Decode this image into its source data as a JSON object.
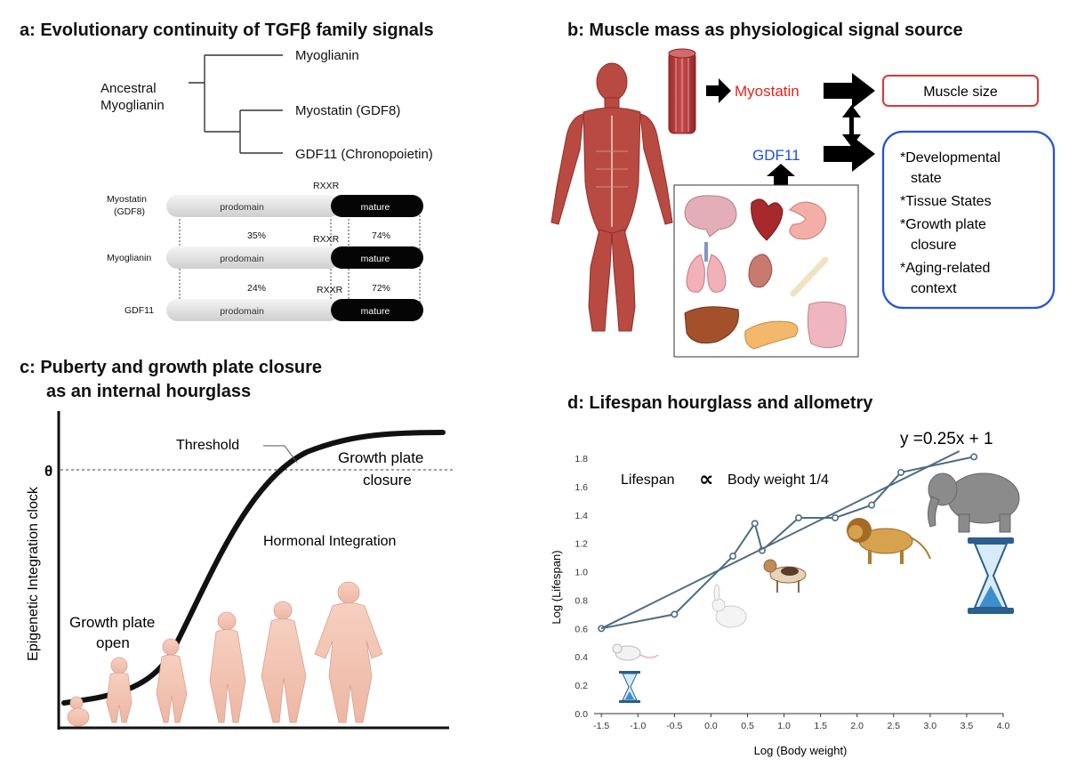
{
  "panel_a": {
    "title": "a: Evolutionary continuity of TGFβ family signals",
    "tree": {
      "root": [
        "Ancestral",
        "Myoglianin"
      ],
      "leaves": [
        "Myoglianin",
        "Myostatin (GDF8)",
        "GDF11 (Chronopoietin)"
      ]
    },
    "domains": {
      "rows": [
        {
          "name": [
            "Myostatin",
            "(GDF8)"
          ],
          "pro": "prodomain",
          "mature": "mature"
        },
        {
          "name": [
            "Myoglianin"
          ],
          "pro": "prodomain",
          "mature": "mature"
        },
        {
          "name": [
            "GDF11"
          ],
          "pro": "prodomain",
          "mature": "mature"
        }
      ],
      "site": "RXXR",
      "identity": [
        {
          "pro": "35%",
          "mature": "74%"
        },
        {
          "pro": "24%",
          "mature": "72%"
        }
      ]
    }
  },
  "panel_b": {
    "title": "b: Muscle mass as physiological signal source",
    "myostatin": "Myostatin",
    "gdf11": "GDF11",
    "muscle_size": "Muscle size",
    "context_items": [
      [
        "*Developmental",
        "state"
      ],
      [
        "*Tissue States"
      ],
      [
        "*Growth plate",
        "closure"
      ],
      [
        "*Aging-related",
        "context"
      ]
    ],
    "colors": {
      "myostatin": "#e8221b",
      "gdf11": "#1f4fe0",
      "muscle_box": "#e03535",
      "context_box": "#2450e6"
    }
  },
  "panel_c": {
    "title_lines": [
      "c: Puberty and growth plate closure",
      "as an internal hourglass"
    ],
    "ylabel": "Epigenetic Integration clock",
    "theta": "θ",
    "threshold": "Threshold",
    "closure": [
      "Growth plate",
      "closure"
    ],
    "hormonal": "Hormonal Integration",
    "open": [
      "Growth plate",
      "open"
    ]
  },
  "panel_d": {
    "title": "d: Lifespan hourglass and allometry",
    "equation": "y =0.25x + 1",
    "relation_left": "Lifespan",
    "relation_symbol": "∝",
    "relation_right": "Body weight 1/4",
    "chart_data": {
      "type": "line",
      "xlabel": "Log (Body weight)",
      "ylabel": "Log (Lifespan)",
      "xlim": [
        -1.6,
        4.0
      ],
      "ylim": [
        0.0,
        1.8
      ],
      "xticks": [
        "-1.5",
        "-1.0",
        "-0.5",
        "0.0",
        "0.5",
        "1.0",
        "1.5",
        "2.0",
        "2.5",
        "3.0",
        "3.5",
        "4.0"
      ],
      "yticks": [
        "0.0",
        "0.2",
        "0.4",
        "0.6",
        "0.8",
        "1.0",
        "1.2",
        "1.4",
        "1.6",
        "1.8"
      ],
      "series": [
        {
          "x": [
            -1.5,
            -0.5,
            0.3,
            0.6,
            0.7,
            1.2,
            1.7,
            2.2,
            2.6,
            3.6
          ],
          "y": [
            0.6,
            0.7,
            1.11,
            1.34,
            1.15,
            1.38,
            1.38,
            1.47,
            1.7,
            1.81
          ],
          "markers": true
        },
        {
          "x": [
            -1.5,
            3.4
          ],
          "y": [
            0.6,
            1.85
          ],
          "markers": false
        }
      ],
      "colors": {
        "line": "#4f6c82"
      }
    }
  }
}
